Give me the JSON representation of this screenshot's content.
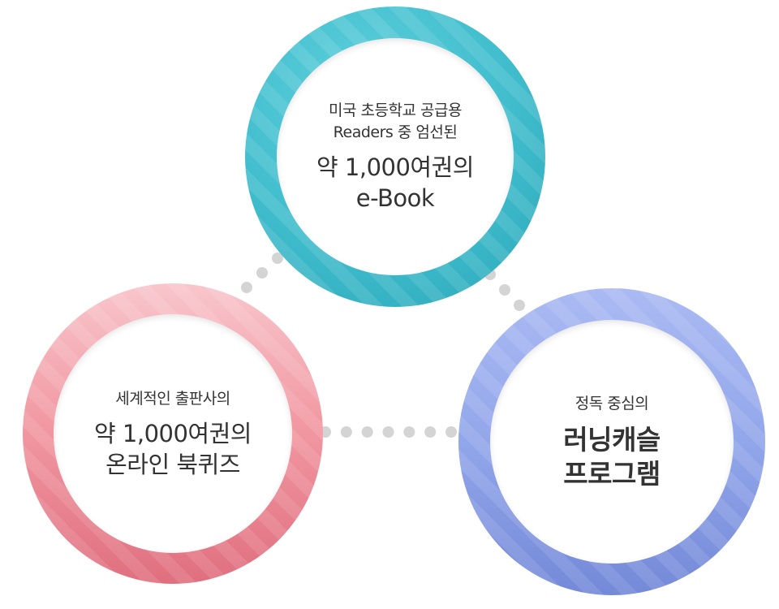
{
  "diagram": {
    "nodes": [
      {
        "id": "top",
        "small_lines": [
          "미국 초등학교 공급용",
          "Readers 중 엄선된"
        ],
        "large_lines": [
          "약 1,000여권의",
          "e-Book"
        ],
        "color": "#3fbccc"
      },
      {
        "id": "left",
        "small_lines": [
          "세계적인 출판사의"
        ],
        "large_lines": [
          "약 1,000여권의",
          "온라인 북퀴즈"
        ],
        "color": "#ee8a96"
      },
      {
        "id": "right",
        "small_lines": [
          "정독 중심의"
        ],
        "large_lines": [
          "러닝캐슬",
          "프로그램"
        ],
        "color": "#8fa2e8"
      }
    ],
    "connector_color": "#d4d4d4"
  }
}
